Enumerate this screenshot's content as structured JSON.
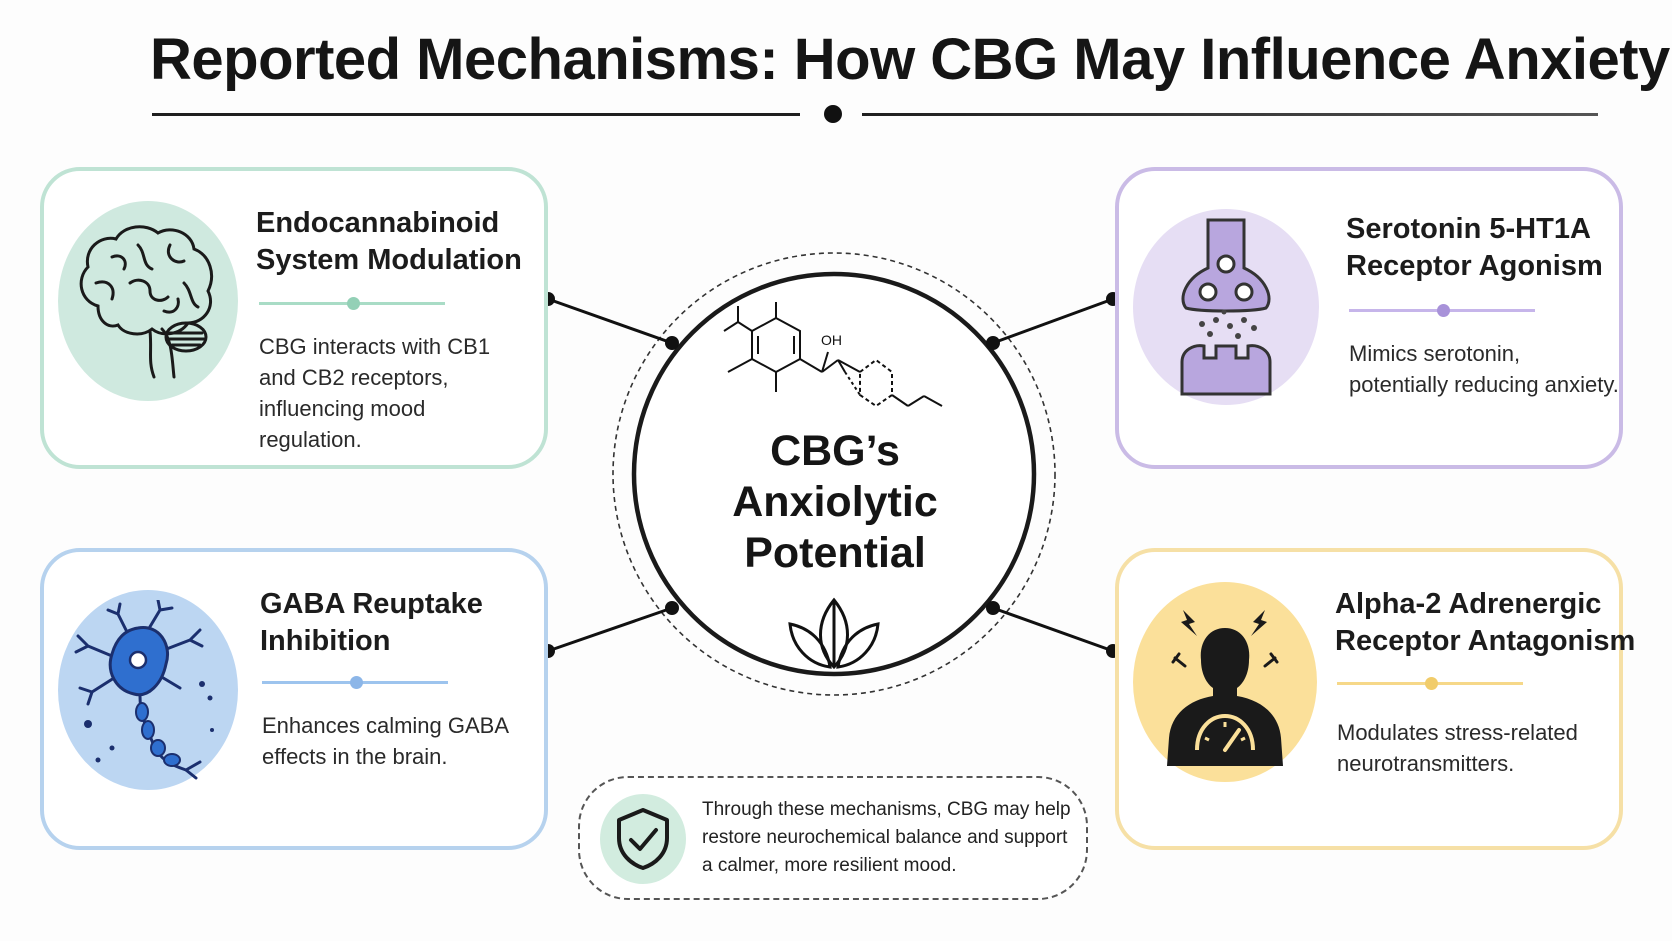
{
  "title": "Reported Mechanisms: How CBG May Influence Anxiety",
  "center": {
    "title_lines": [
      "CBG’s",
      "Anxiolytic",
      "Potential"
    ],
    "molecule_label": "OH",
    "icon": "leaf-icon"
  },
  "mechanisms": [
    {
      "title_lines": [
        "Endocannabinoid",
        "System Modulation"
      ],
      "description": "CBG interacts with CB1 and CB2 receptors, influencing mood regulation.",
      "icon": "brain-icon",
      "accent": "#bfe3d4"
    },
    {
      "title_lines": [
        "Serotonin 5-HT1A",
        "Receptor Agonism"
      ],
      "description": "Mimics serotonin, potentially reducing anxiety.",
      "icon": "synapse-icon",
      "accent": "#cabbe6"
    },
    {
      "title_lines": [
        "GABA Reuptake",
        "Inhibition"
      ],
      "description": "Enhances calming GABA effects in the brain.",
      "icon": "neuron-icon",
      "accent": "#b6d2ee"
    },
    {
      "title_lines": [
        "Alpha-2 Adrenergic",
        "Receptor Antagonism"
      ],
      "description": "Modulates stress-related neurotransmitters.",
      "icon": "stress-gauge-icon",
      "accent": "#f6e0a6"
    }
  ],
  "summary": {
    "text": "Through these mechanisms, CBG may help restore neurochemical balance and support a calmer, more resilient mood.",
    "icon": "shield-check-icon"
  }
}
